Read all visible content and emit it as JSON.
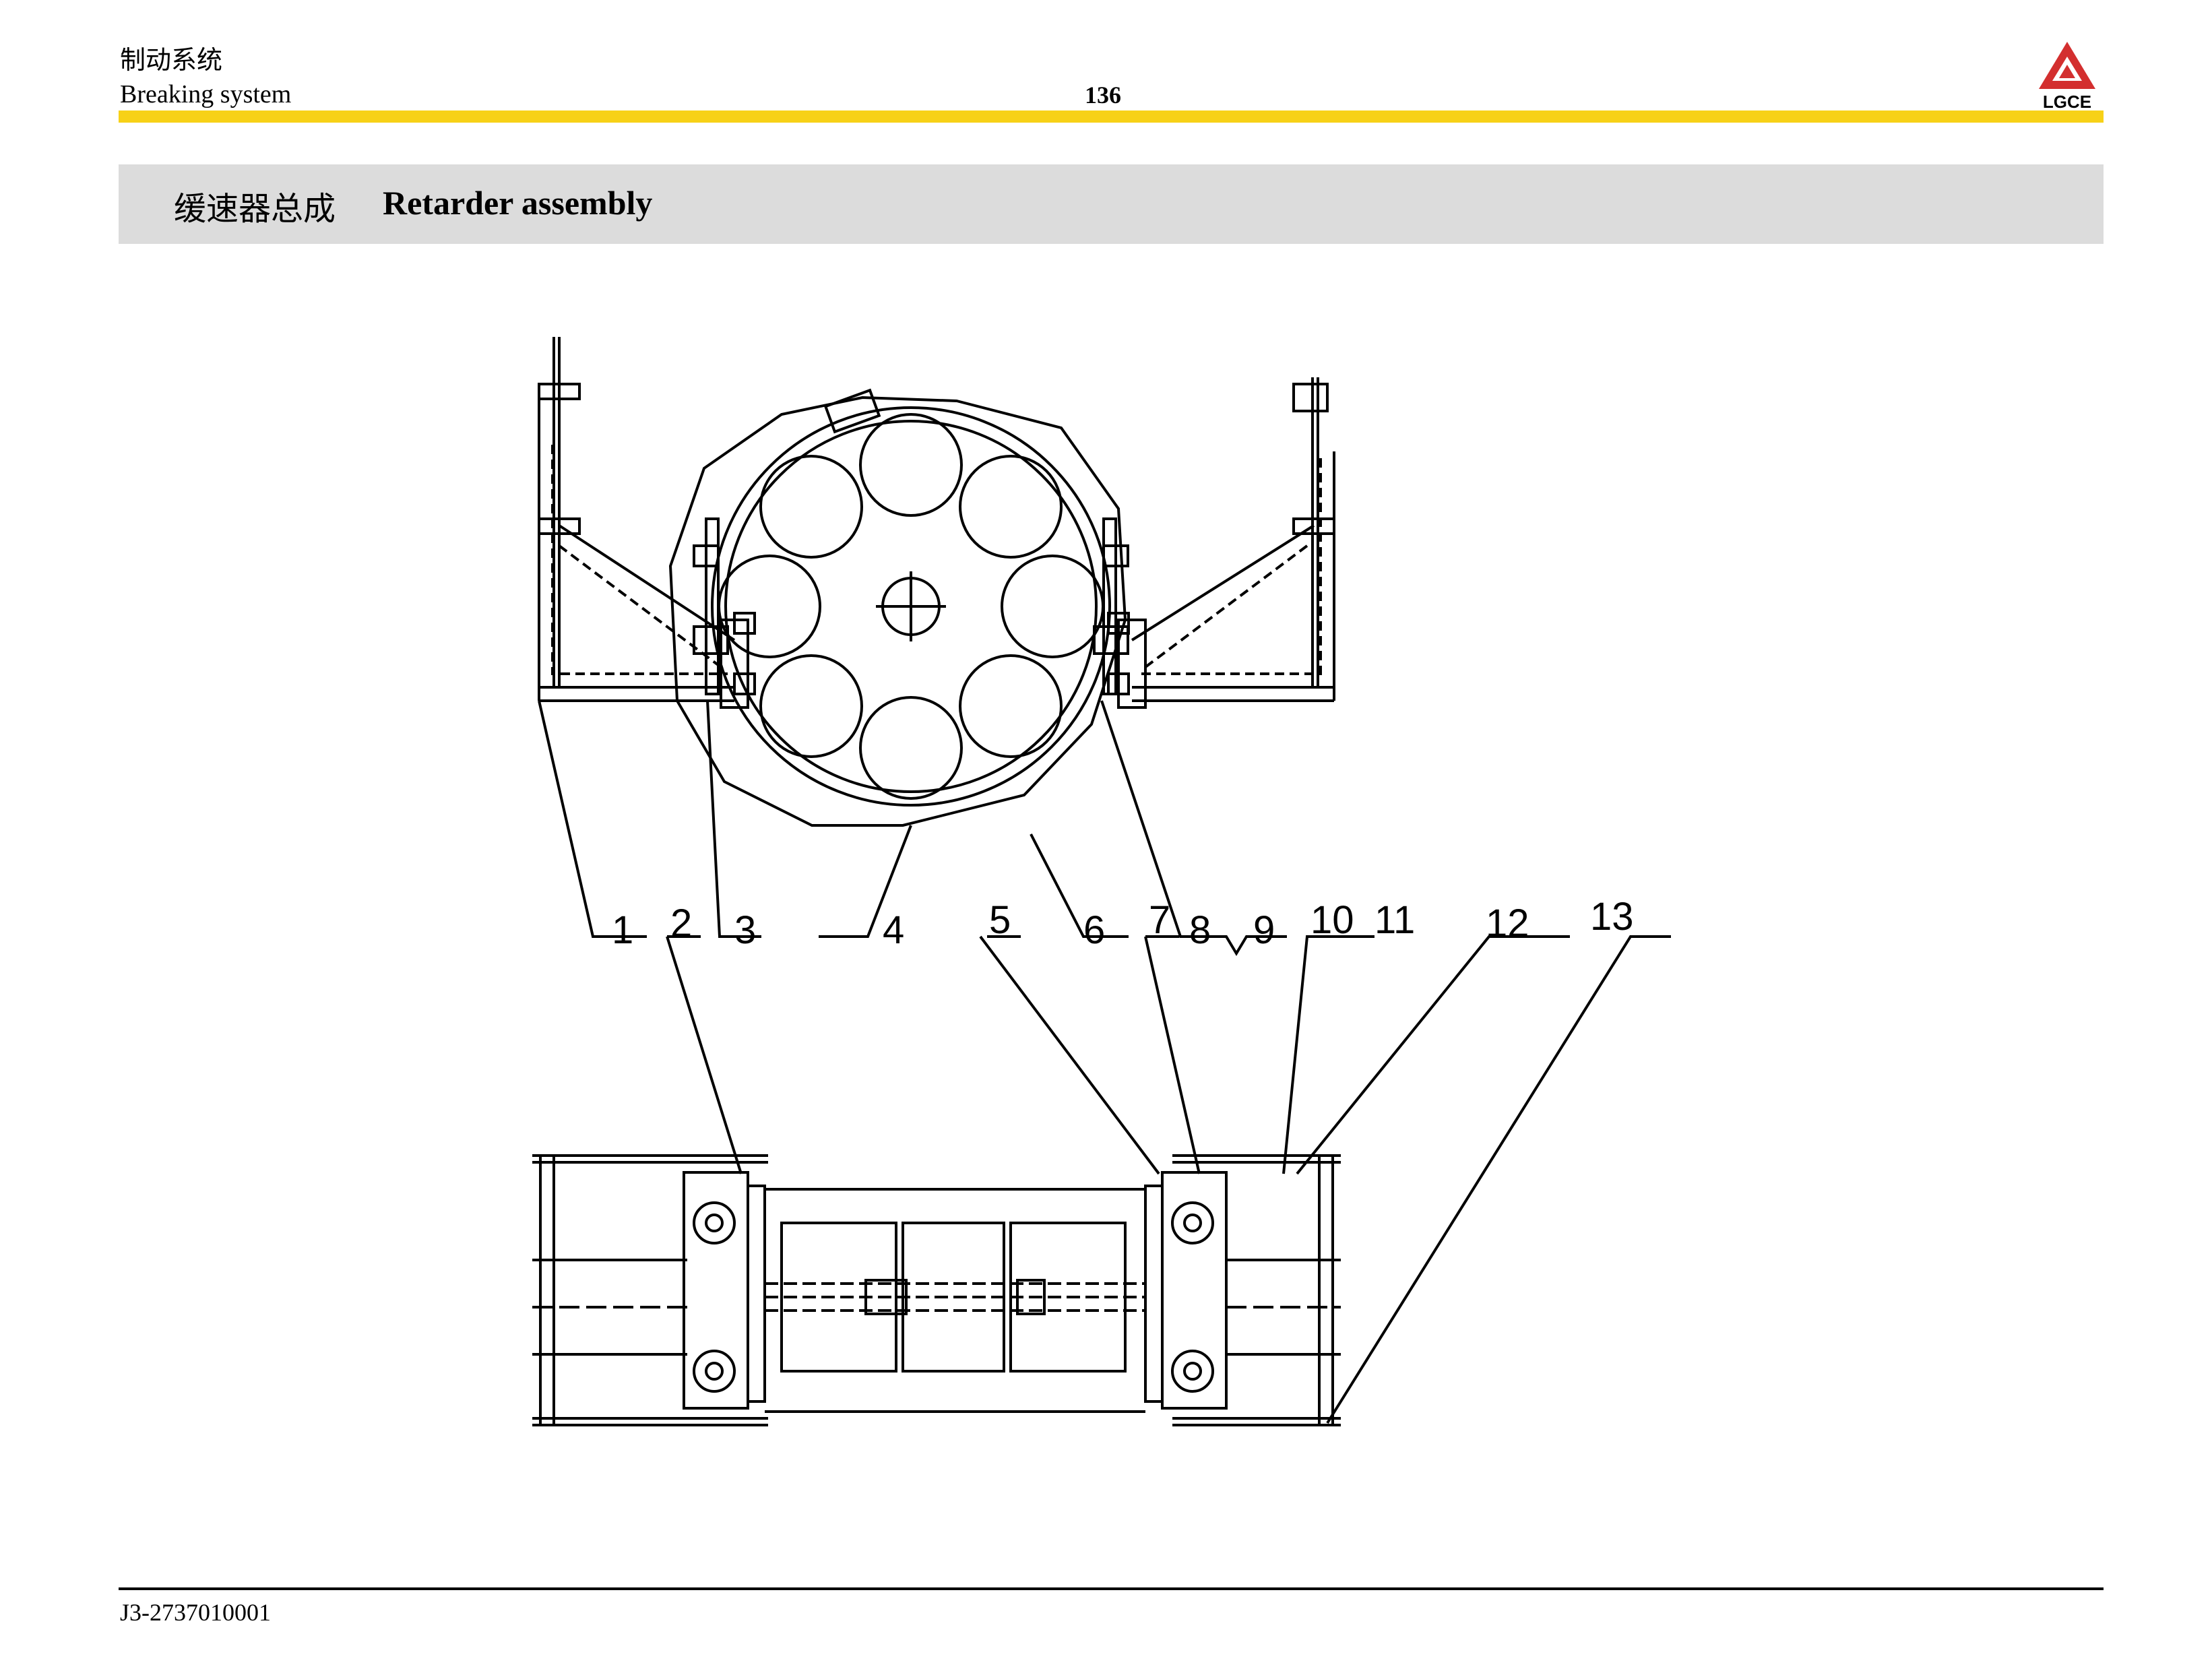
{
  "header": {
    "section_cn": "制动系统",
    "section_en": "Breaking system",
    "page_number": "136",
    "logo_text": "LGCE",
    "accent_color": "#f7d117"
  },
  "title": {
    "cn": "缓速器总成",
    "en": "Retarder assembly"
  },
  "drawing": {
    "callouts": [
      "1",
      "2",
      "3",
      "4",
      "5",
      "6",
      "7",
      "8",
      "9",
      "10",
      "11",
      "12",
      "13"
    ]
  },
  "footer": {
    "doc_number": "J3-2737010001"
  }
}
